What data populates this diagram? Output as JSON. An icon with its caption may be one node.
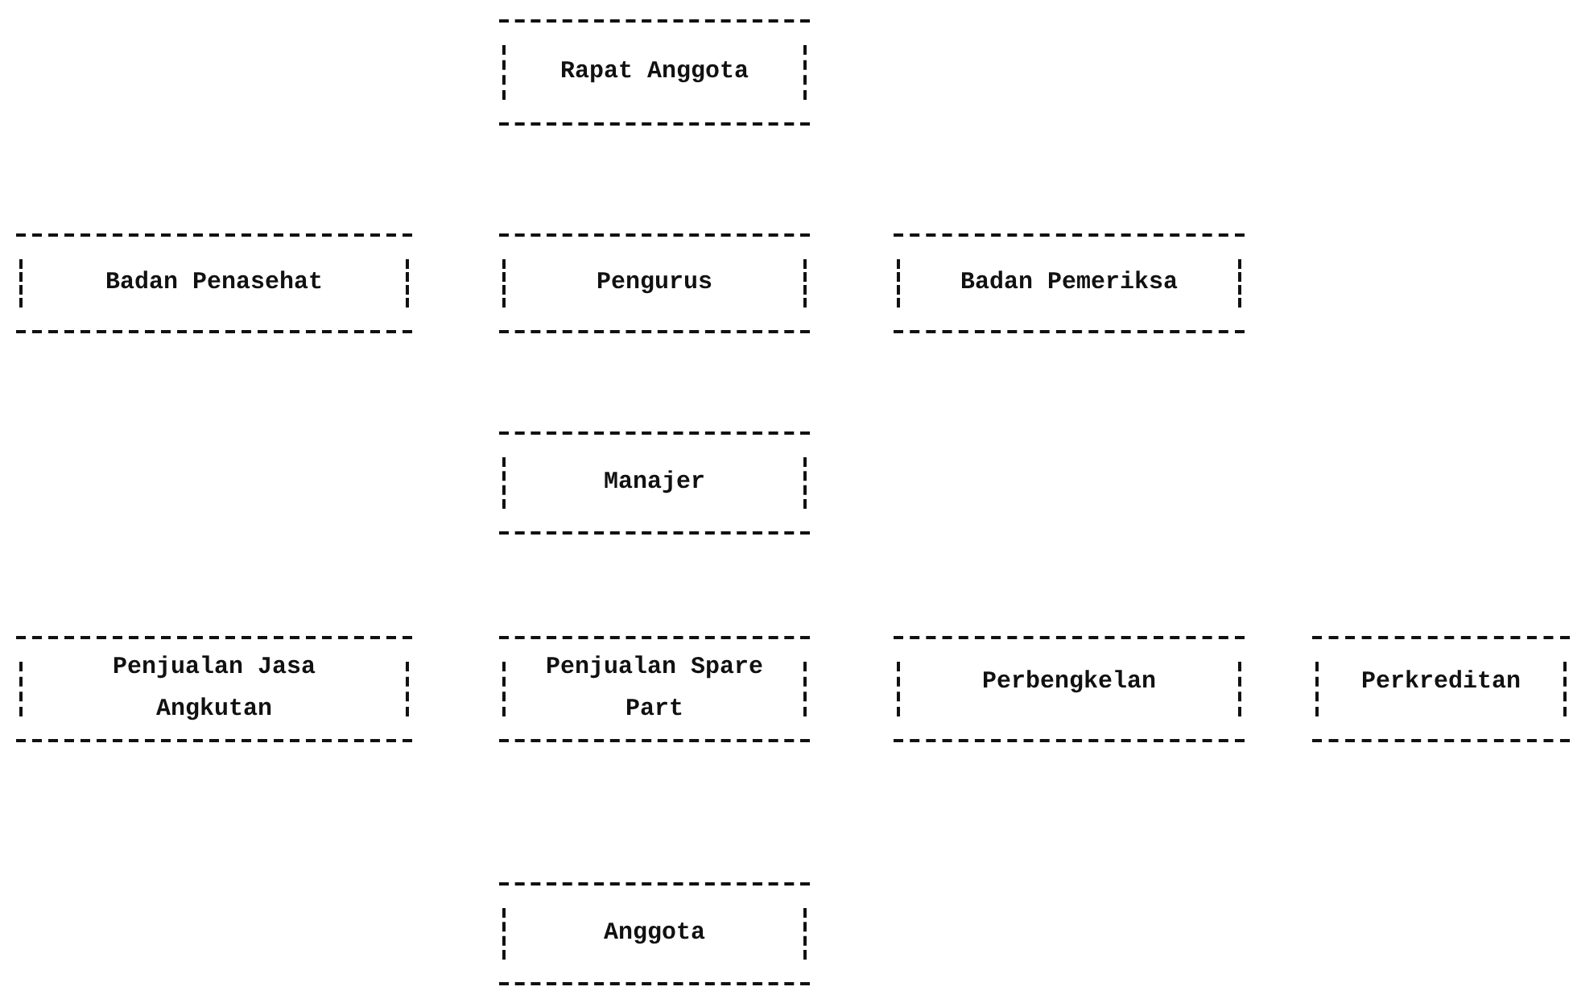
{
  "diagram": {
    "nodes": [
      {
        "text": [
          "Rapat Anggota"
        ]
      },
      {
        "text": [
          "Badan Penasehat"
        ]
      },
      {
        "text": [
          "Pengurus"
        ]
      },
      {
        "text": [
          "Badan Pemeriksa"
        ]
      },
      {
        "text": [
          "Manajer"
        ]
      },
      {
        "text": [
          "Penjualan Jasa Angkutan"
        ]
      },
      {
        "text": [
          "Penjualan Spare Part"
        ]
      },
      {
        "text": [
          "Perbengkelan"
        ]
      },
      {
        "text": [
          "Perkreditan"
        ]
      },
      {
        "text": [
          "Anggota"
        ]
      }
    ]
  }
}
